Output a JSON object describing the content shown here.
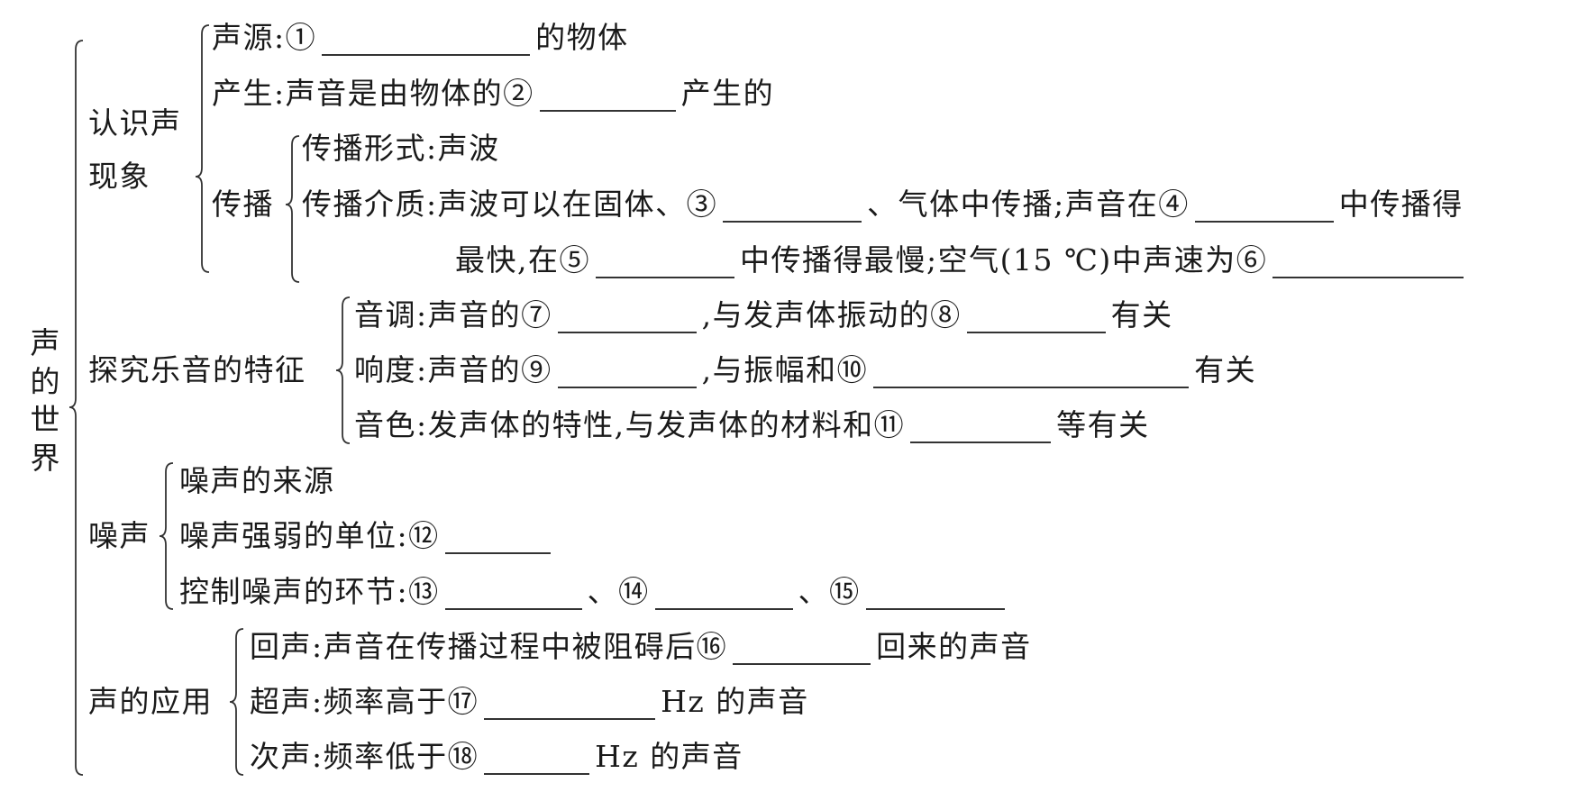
{
  "root": {
    "chars": [
      "声",
      "的",
      "世",
      "界"
    ]
  },
  "sections": {
    "recognize": {
      "label1": "认识声",
      "label2": "现象"
    },
    "explore": {
      "label": "探究乐音的特征"
    },
    "noise": {
      "label": "噪声"
    },
    "application": {
      "label": "声的应用"
    }
  },
  "lines": {
    "source": {
      "a": "声源:①",
      "b": "的物体"
    },
    "produce": {
      "a": "产生:声音是由物体的②",
      "b": "产生的"
    },
    "propagation_label": "传播",
    "prop_form": {
      "a": "传播形式:声波"
    },
    "prop_medium": {
      "a": "传播介质:声波可以在固体、③",
      "b": "、气体中传播;声音在④",
      "c": "中传播得"
    },
    "prop_medium2": {
      "a": "最快,在⑤",
      "b": "中传播得最慢;空气(15 ℃)中声速为⑥"
    },
    "pitch": {
      "a": "音调:声音的⑦",
      "b": ",与发声体振动的⑧",
      "c": "有关"
    },
    "loudness": {
      "a": "响度:声音的⑨",
      "b": ",与振幅和⑩",
      "c": "有关"
    },
    "timbre": {
      "a": "音色:发声体的特性,与发声体的材料和⑪",
      "b": "等有关"
    },
    "noise_source": {
      "a": "噪声的来源"
    },
    "noise_unit": {
      "a": "噪声强弱的单位:⑫"
    },
    "noise_control": {
      "a": "控制噪声的环节:⑬",
      "b": "、⑭",
      "c": "、⑮"
    },
    "echo": {
      "a": "回声:声音在传播过程中被阻碍后⑯",
      "b": "回来的声音"
    },
    "ultrasound": {
      "a": "超声:频率高于⑰",
      "b": "Hz 的声音"
    },
    "infrasound": {
      "a": "次声:频率低于⑱",
      "b": "Hz 的声音"
    }
  }
}
